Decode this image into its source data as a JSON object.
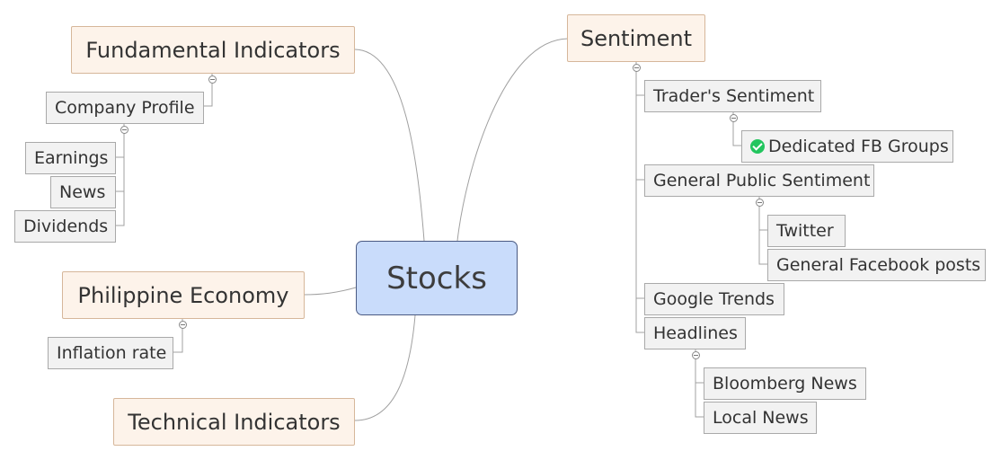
{
  "central": {
    "label": "Stocks"
  },
  "topics": {
    "fundamental": {
      "label": "Fundamental Indicators",
      "company_profile": "Company Profile",
      "earnings": "Earnings",
      "news": "News",
      "dividends": "Dividends"
    },
    "philippine_economy": {
      "label": "Philippine Economy",
      "inflation_rate": "Inflation rate"
    },
    "technical": {
      "label": "Technical Indicators"
    },
    "sentiment": {
      "label": "Sentiment",
      "traders_sentiment": "Trader's Sentiment",
      "dedicated_fb_groups": "Dedicated FB Groups",
      "general_public_sentiment": "General Public Sentiment",
      "twitter": "Twitter",
      "general_facebook_posts": "General Facebook posts",
      "google_trends": "Google Trends",
      "headlines": "Headlines",
      "bloomberg_news": "Bloomberg News",
      "local_news": "Local News"
    }
  },
  "colors": {
    "central_fill": "#c9dcfb",
    "topic_fill": "#fdf3ea",
    "subtopic_fill": "#f2f2f2",
    "connector": "#9a9a9a",
    "check_marker": "#22c55e"
  },
  "icons": {
    "collapse": "collapse-icon",
    "marker": "check-icon"
  }
}
